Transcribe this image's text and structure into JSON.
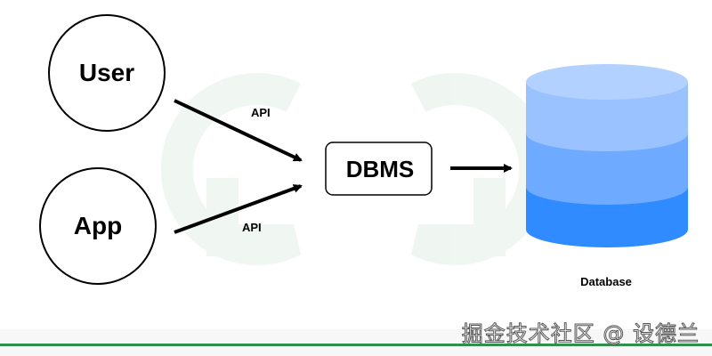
{
  "nodes": {
    "user": {
      "label": "User"
    },
    "app": {
      "label": "App"
    },
    "dbms": {
      "label": "DBMS"
    },
    "database": {
      "label": "Database"
    }
  },
  "edges": {
    "user_to_dbms": {
      "label": "API"
    },
    "app_to_dbms": {
      "label": "API"
    },
    "dbms_to_database": {
      "label": ""
    }
  },
  "watermark": {
    "text": "掘金技术社区 @ 设德兰"
  },
  "colors": {
    "db_top": "#b3d1ff",
    "db_upper": "#99c2ff",
    "db_middle": "#6eaaff",
    "db_bottom": "#2f8bff",
    "footer_line": "#2f8f4e",
    "stroke": "#000000"
  }
}
